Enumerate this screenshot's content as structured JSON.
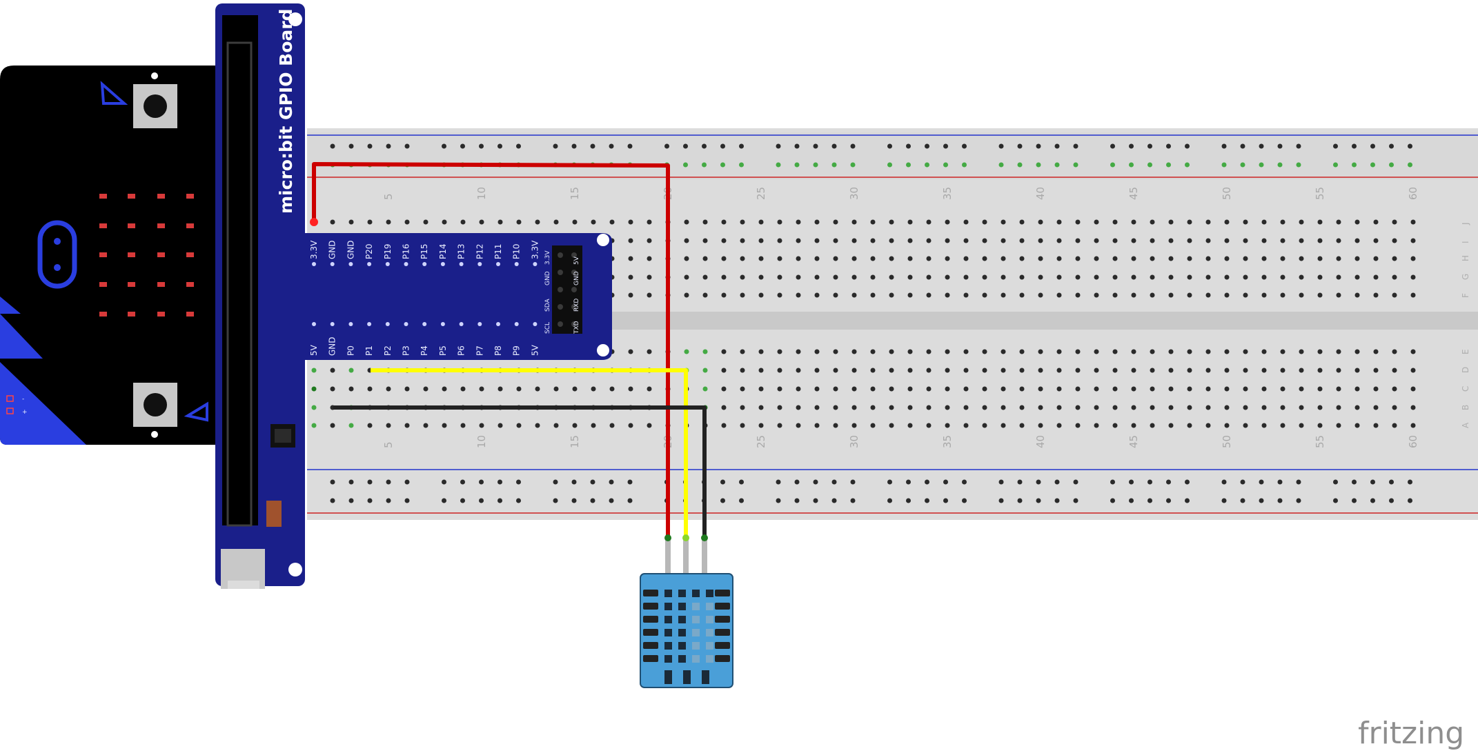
{
  "gpio_board": {
    "title": "micro:bit GPIO Board",
    "top_pins": [
      "3.3V",
      "GND",
      "GND",
      "P20",
      "P19",
      "P16",
      "P15",
      "P14",
      "P13",
      "P12",
      "P11",
      "P10",
      "3.3V"
    ],
    "bottom_pins": [
      "5V",
      "GND",
      "P0",
      "P1",
      "P2",
      "P3",
      "P4",
      "P5",
      "P6",
      "P7",
      "P8",
      "P9",
      "5V"
    ],
    "i2c_labels": [
      "SCL",
      "SDA",
      "GND",
      "3.3V",
      "TXD",
      "RXD",
      "GND",
      "5V"
    ]
  },
  "breadboard": {
    "column_labels": [
      "5",
      "10",
      "15",
      "20",
      "25",
      "30",
      "35",
      "40",
      "45",
      "50",
      "55",
      "60"
    ],
    "row_labels_top": [
      "J",
      "I",
      "H",
      "G",
      "F"
    ],
    "row_labels_bottom": [
      "E",
      "D",
      "C",
      "B",
      "A"
    ]
  },
  "microbit": {
    "pad_marks": [
      "-",
      "+"
    ]
  },
  "wires": {
    "power": {
      "color": "#cc0000"
    },
    "data": {
      "color": "#ffff00"
    },
    "ground": {
      "color": "#222222"
    }
  },
  "sensor": {
    "color": "#4a9fd8"
  },
  "brand_text": "fritzing"
}
